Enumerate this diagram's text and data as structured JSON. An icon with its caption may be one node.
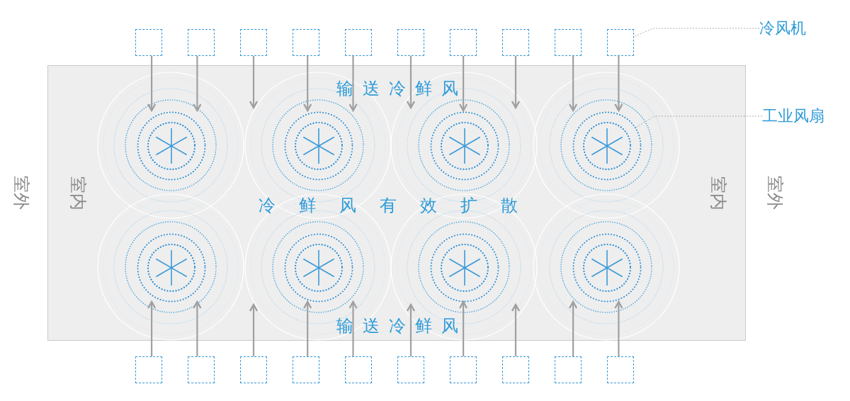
{
  "diagram": {
    "nodes": [
      {
        "text": [],
        "shape": "box"
      },
      {
        "text": [],
        "shape": "box"
      },
      {
        "text": [],
        "shape": "box"
      },
      {
        "text": [],
        "shape": "box"
      },
      {
        "text": [],
        "shape": "box"
      },
      {
        "text": [],
        "shape": "box"
      },
      {
        "text": [],
        "shape": "box"
      },
      {
        "text": [],
        "shape": "box"
      },
      {
        "text": [],
        "shape": "box"
      },
      {
        "text": [],
        "shape": "box"
      },
      {
        "text": [
          "冷风机"
        ]
      },
      {
        "text": [
          "输送冷鲜风",
          "室内",
          "冷鲜风有效扩散",
          "室内",
          "输送冷鲜风"
        ]
      },
      {
        "text": [],
        "shape": "circle",
        "in": 11
      },
      {
        "text": [],
        "shape": "circle",
        "in": 11
      },
      {
        "text": [],
        "shape": "circle",
        "in": 11
      },
      {
        "text": [],
        "shape": "circle",
        "in": 11
      },
      {
        "text": [
          "工业风扇"
        ]
      },
      {
        "text": [],
        "shape": "circle",
        "in": 11
      },
      {
        "text": [],
        "shape": "circle",
        "in": 11
      },
      {
        "text": [],
        "shape": "circle",
        "in": 11
      },
      {
        "text": [],
        "shape": "circle",
        "in": 11
      },
      {
        "text": [],
        "shape": "box"
      },
      {
        "text": [],
        "shape": "box"
      },
      {
        "text": [],
        "shape": "box"
      },
      {
        "text": [],
        "shape": "box"
      },
      {
        "text": [],
        "shape": "box"
      },
      {
        "text": [],
        "shape": "box"
      },
      {
        "text": [],
        "shape": "box"
      },
      {
        "text": [],
        "shape": "box"
      },
      {
        "text": [],
        "shape": "box"
      },
      {
        "text": [],
        "shape": "box"
      }
    ],
    "edges": [
      {
        "from": 0,
        "to": 12,
        "arrow": "to"
      },
      {
        "from": 1,
        "to": 12,
        "arrow": "to"
      },
      {
        "from": 2,
        "to": null,
        "arrow": "to"
      },
      {
        "from": 3,
        "to": 13,
        "arrow": "to"
      },
      {
        "from": 4,
        "to": 13,
        "arrow": "to"
      },
      {
        "from": 5,
        "to": null,
        "arrow": "to"
      },
      {
        "from": 6,
        "to": 14,
        "arrow": "to"
      },
      {
        "from": 7,
        "to": null,
        "arrow": "to"
      },
      {
        "from": 8,
        "to": 15,
        "arrow": "to"
      },
      {
        "from": 9,
        "to": 15,
        "arrow": "to"
      },
      {
        "from": 21,
        "to": 17,
        "arrow": "to"
      },
      {
        "from": 22,
        "to": 17,
        "arrow": "to"
      },
      {
        "from": 23,
        "to": null,
        "arrow": "to"
      },
      {
        "from": 24,
        "to": 18,
        "arrow": "to"
      },
      {
        "from": 25,
        "to": 18,
        "arrow": "to"
      },
      {
        "from": 26,
        "to": null,
        "arrow": "to"
      },
      {
        "from": 27,
        "to": 19,
        "arrow": "to"
      },
      {
        "from": 28,
        "to": null,
        "arrow": "to"
      },
      {
        "from": 29,
        "to": 20,
        "arrow": "to"
      },
      {
        "from": 30,
        "to": 20,
        "arrow": "to"
      },
      {
        "from": 10,
        "to": 9,
        "arrow": "none",
        "style": "dashed",
        "color": "#b0b0b0"
      },
      {
        "from": 16,
        "to": 15,
        "arrow": "none",
        "style": "dashed",
        "color": "#b0b0b0"
      }
    ],
    "labels": [
      "室外",
      "室外"
    ]
  }
}
